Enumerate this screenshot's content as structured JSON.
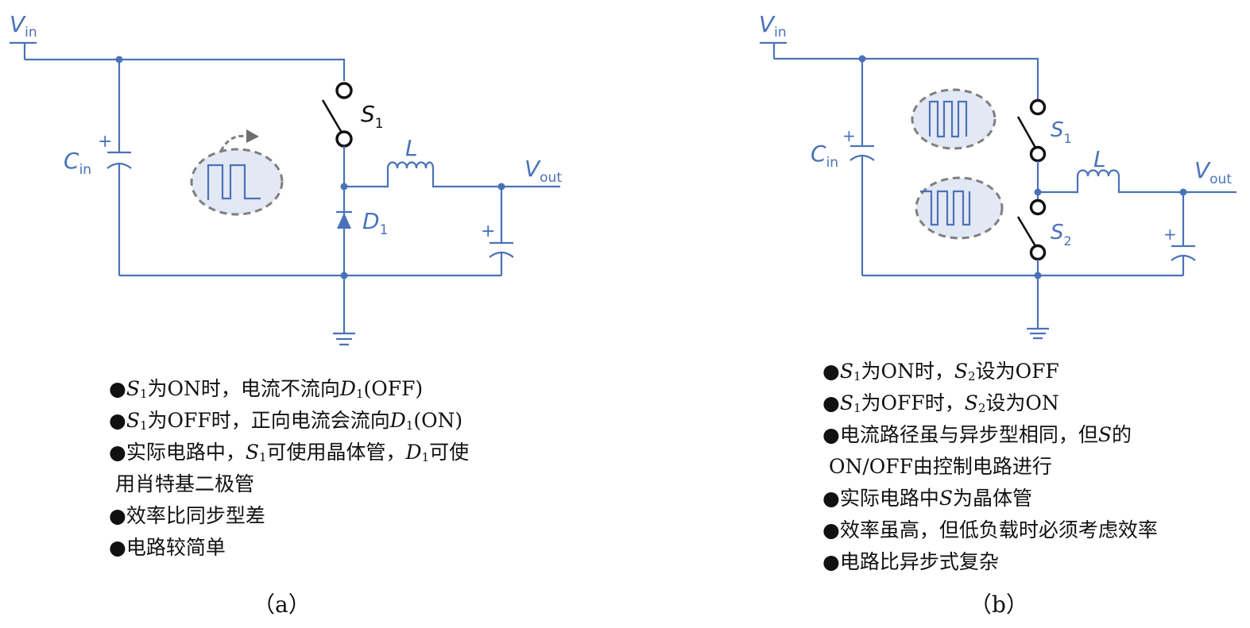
{
  "panel_a": {
    "labels": {
      "vin": "V",
      "vin_sub": "in",
      "cin": "C",
      "cin_sub": "in",
      "s1": "S",
      "s1_sub": "1",
      "l": "L",
      "d1": "D",
      "d1_sub": "1",
      "vout": "V",
      "vout_sub": "out",
      "plus": "+"
    },
    "bullets": [
      {
        "runs": [
          {
            "t": "●"
          },
          {
            "t": "S",
            "i": true
          },
          {
            "t": "1",
            "sub": true
          },
          {
            "t": "为ON时，电流不流向"
          },
          {
            "t": "D",
            "i": true
          },
          {
            "t": "1",
            "sub": true
          },
          {
            "t": "(OFF)"
          }
        ]
      },
      {
        "runs": [
          {
            "t": "●"
          },
          {
            "t": "S",
            "i": true
          },
          {
            "t": "1",
            "sub": true
          },
          {
            "t": "为OFF时，正向电流会流向"
          },
          {
            "t": "D",
            "i": true
          },
          {
            "t": "1",
            "sub": true
          },
          {
            "t": "(ON)"
          }
        ]
      },
      {
        "runs": [
          {
            "t": "●实际电路中，"
          },
          {
            "t": "S",
            "i": true
          },
          {
            "t": "1",
            "sub": true
          },
          {
            "t": "可使用晶体管，"
          },
          {
            "t": "D",
            "i": true
          },
          {
            "t": "1",
            "sub": true
          },
          {
            "t": "可使"
          }
        ]
      },
      {
        "runs": [
          {
            "t": " 用肖特基二极管"
          }
        ]
      },
      {
        "runs": [
          {
            "t": "●效率比同步型差"
          }
        ]
      },
      {
        "runs": [
          {
            "t": "●电路较简单"
          }
        ]
      }
    ],
    "caption": "（a）"
  },
  "panel_b": {
    "labels": {
      "vin": "V",
      "vin_sub": "in",
      "cin": "C",
      "cin_sub": "in",
      "s1": "S",
      "s1_sub": "1",
      "s2": "S",
      "s2_sub": "2",
      "l": "L",
      "vout": "V",
      "vout_sub": "out",
      "plus": "+"
    },
    "bullets": [
      {
        "runs": [
          {
            "t": "●"
          },
          {
            "t": "S",
            "i": true
          },
          {
            "t": "1",
            "sub": true
          },
          {
            "t": "为ON时，"
          },
          {
            "t": "S",
            "i": true
          },
          {
            "t": "2",
            "sub": true
          },
          {
            "t": "设为OFF"
          }
        ]
      },
      {
        "runs": [
          {
            "t": "●"
          },
          {
            "t": "S",
            "i": true
          },
          {
            "t": "1",
            "sub": true
          },
          {
            "t": "为OFF时，"
          },
          {
            "t": "S",
            "i": true
          },
          {
            "t": "2",
            "sub": true
          },
          {
            "t": "设为ON"
          }
        ]
      },
      {
        "runs": [
          {
            "t": "●电流路径虽与异步型相同，但"
          },
          {
            "t": "S",
            "i": true
          },
          {
            "t": "的"
          }
        ]
      },
      {
        "runs": [
          {
            "t": " ON/OFF由控制电路进行"
          }
        ]
      },
      {
        "runs": [
          {
            "t": "●实际电路中"
          },
          {
            "t": "S",
            "i": true
          },
          {
            "t": "为晶体管"
          }
        ]
      },
      {
        "runs": [
          {
            "t": "●效率虽高，但低负载时必须考虑效率"
          }
        ]
      },
      {
        "runs": [
          {
            "t": "●电路比异步式复杂"
          }
        ]
      }
    ],
    "caption": "（b）"
  },
  "colors": {
    "wire": "#4a72b8",
    "switch": "#111111",
    "bubble_fill": "#e3e8f5",
    "bubble_border": "#7f7f7f"
  }
}
